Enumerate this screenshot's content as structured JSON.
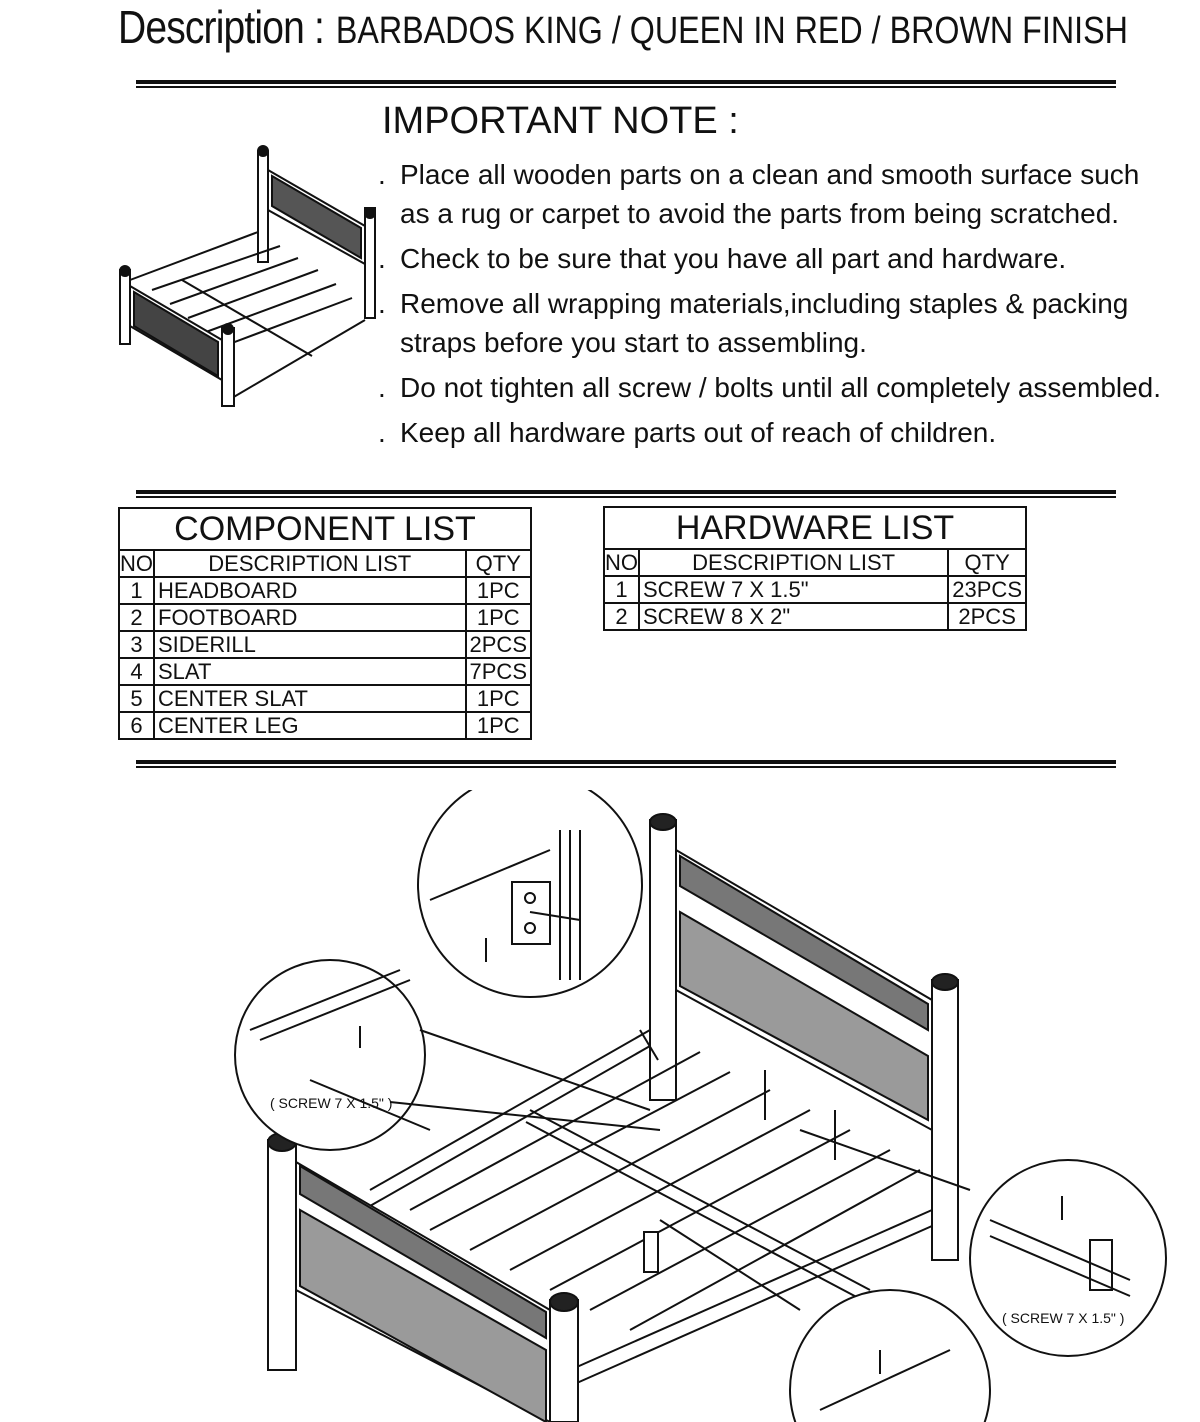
{
  "header": {
    "label": "Description :",
    "value": "BARBADOS KING / QUEEN IN RED / BROWN FINISH"
  },
  "note": {
    "title": "IMPORTANT NOTE :",
    "items": [
      "Place  all wooden parts on a clean and smooth surface such",
      "as a rug or carpet to avoid the parts from being scratched.",
      "Check to be sure that you have all part and hardware.",
      "Remove all wrapping materials,including staples & packing",
      "straps before you start to assembling.",
      "Do not tighten all screw / bolts until all completely assembled.",
      "Keep all hardware parts out of reach of children."
    ]
  },
  "component_list": {
    "title": "COMPONENT LIST",
    "headers": {
      "no": "NO",
      "description": "DESCRIPTION LIST",
      "qty": "QTY"
    },
    "rows": [
      {
        "no": "1",
        "description": "HEADBOARD",
        "qty": "1PC"
      },
      {
        "no": "2",
        "description": "FOOTBOARD",
        "qty": "1PC"
      },
      {
        "no": "3",
        "description": "SIDERILL",
        "qty": "2PCS"
      },
      {
        "no": "4",
        "description": "SLAT",
        "qty": "7PCS"
      },
      {
        "no": "5",
        "description": "CENTER SLAT",
        "qty": "1PC"
      },
      {
        "no": "6",
        "description": "CENTER LEG",
        "qty": "1PC"
      }
    ]
  },
  "hardware_list": {
    "title": "HARDWARE LIST",
    "headers": {
      "no": "NO",
      "description": "DESCRIPTION LIST",
      "qty": "QTY"
    },
    "rows": [
      {
        "no": "1",
        "description": "SCREW 7 X 1.5\"",
        "qty": "23PCS"
      },
      {
        "no": "2",
        "description": "SCREW 8 X 2\"",
        "qty": "2PCS"
      }
    ]
  },
  "diagram": {
    "callout_left": "( SCREW 7 X 1.5\" )",
    "callout_right": "( SCREW 7 X 1.5\" )"
  }
}
